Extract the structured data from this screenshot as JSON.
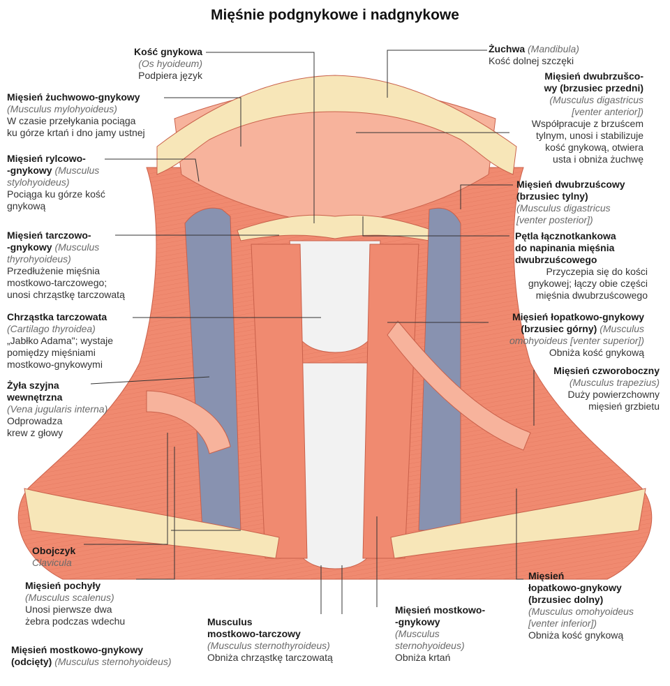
{
  "title": "Mięśnie podgnykowe i nadgnykowe",
  "colors": {
    "muscle": "#f08a70",
    "muscle_light": "#f7b39c",
    "bone": "#f7e6b8",
    "vein": "#8892b0",
    "cartilage": "#f2f2f2",
    "leader": "#333333"
  },
  "labels": {
    "hyoid": {
      "name": "Kość gnykowa",
      "latin": "(Os hyoideum)",
      "desc": [
        "Podpiera język"
      ]
    },
    "mylohyoid": {
      "name": "Mięsień żuchwowo-gnykowy",
      "latin": "(Musculus mylohyoideus)",
      "desc": [
        "W czasie przełykania pociąga",
        "ku górze krtań i dno jamy ustnej"
      ]
    },
    "stylohyoid": {
      "name": [
        "Mięsień rylcowo-",
        "-gnykowy"
      ],
      "latin": [
        "(Musculus",
        "stylohyoideus)"
      ],
      "desc": [
        "Pociąga ku górze kość",
        "gnykową"
      ]
    },
    "thyrohyoid": {
      "name": [
        "Mięsień tarczowo-",
        "-gnykowy"
      ],
      "latin": [
        "(Musculus",
        "thyrohyoideus)"
      ],
      "desc": [
        "Przedłużenie mięśnia",
        "mostkowo-tarczowego;",
        "unosi chrząstkę tarczowatą"
      ]
    },
    "thyroid_cartilage": {
      "name": "Chrząstka tarczowata",
      "latin": "(Cartilago thyroidea)",
      "desc": [
        "„Jabłko Adama\"; wystaje",
        "pomiędzy mięśniami",
        "mostkowo-gnykowymi"
      ]
    },
    "jugular": {
      "name": [
        "Żyła szyjna",
        "wewnętrzna"
      ],
      "latin": "(Vena jugularis interna)",
      "desc": [
        "Odprowadza",
        "krew z głowy"
      ]
    },
    "clavicle": {
      "name": "Obojczyk",
      "latin": "Clavicula"
    },
    "scalenus": {
      "name": "Mięsień pochyły",
      "latin": "(Musculus scalenus)",
      "desc": [
        "Unosi pierwsze dwa",
        "żebra podczas wdechu"
      ]
    },
    "sternohyoid_cut": {
      "name": [
        "Mięsień mostkowo-gnykowy",
        "(odcięty)"
      ],
      "latin": "(Musculus sternohyoideus)"
    },
    "sternothyroid": {
      "name": [
        "Musculus",
        "mostkowo-tarczowy"
      ],
      "latin": "(Musculus sternothyroideus)",
      "desc": [
        "Obniża chrząstkę tarczowatą"
      ]
    },
    "sternohyoid": {
      "name": [
        "Mięsień mostkowo-",
        "-gnykowy"
      ],
      "latin": [
        "(Musculus",
        "sternohyoideus)"
      ],
      "desc": [
        "Obniża krtań"
      ]
    },
    "mandible": {
      "name": "Żuchwa",
      "latin": "(Mandibula)",
      "desc": [
        "Kość dolnej szczęki"
      ]
    },
    "digastric_anterior": {
      "name": [
        "Mięsień dwubrzušco-",
        "wy (brzusiec przedni)"
      ],
      "latin": [
        "(Musculus digastricus",
        "[venter anterior])"
      ],
      "desc": [
        "Współpracuje z brzuścem",
        "tylnym, unosi i stabilizuje",
        "kość gnykową, otwiera",
        "usta i obniża żuchwę"
      ]
    },
    "digastric_posterior": {
      "name": [
        "Mięsień dwubrzuścowy",
        "(brzusiec tylny)"
      ],
      "latin": [
        "(Musculus digastricus",
        "[venter posterior])"
      ]
    },
    "tendon_loop": {
      "name": [
        "Pętla łącznotkankowa",
        "do napinania mięśnia",
        "dwubrzuścowego"
      ],
      "desc": [
        "Przyczepia się do kości",
        "gnykowej; łączy obie części",
        "mięśnia dwubrzuścowego"
      ]
    },
    "omohyoid_superior": {
      "name": [
        "Mięsień łopatkowo-gnykowy",
        "(brzusiec górny)"
      ],
      "latin": [
        "(Musculus",
        "omohyoideus [venter superior])"
      ],
      "desc": [
        "Obniża kość gnykową"
      ]
    },
    "trapezius": {
      "name": "Mięsień czworoboczny",
      "latin": "(Musculus trapezius)",
      "desc": [
        "Duży powierzchowny",
        "mięsień grzbietu"
      ]
    },
    "omohyoid_inferior": {
      "name": [
        "Mięsień",
        "łopatkowo-gnykowy",
        "(brzusiec dolny)"
      ],
      "latin": [
        "(Musculus omohyoideus",
        "[venter inferior])"
      ],
      "desc": [
        "Obniża kość gnykową"
      ]
    }
  }
}
